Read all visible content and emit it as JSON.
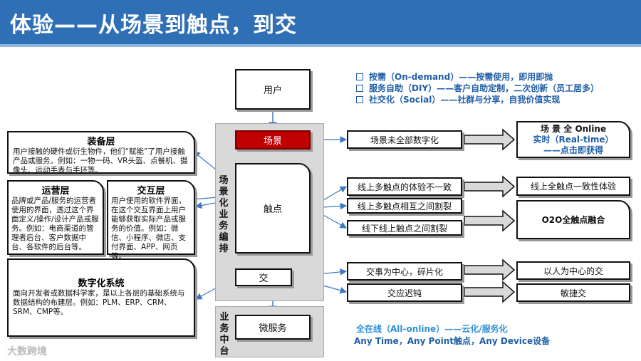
{
  "header": {
    "title": "体验——从场景到触点，到交"
  },
  "bullets": [
    "按需（On-demand）——按需使用，即用即抛",
    "服务自助（DIY）——客户自助定制，二次创新（员工居多）",
    "社交化（Social）——社群与分享，自我价值实现"
  ],
  "center": {
    "user": "用户",
    "scene": "场景",
    "touch": "触点",
    "interact": "交",
    "micro": "微服务",
    "orchestration": "场景化业务编排",
    "business_center": "业务中台"
  },
  "left": {
    "equipment": {
      "title": "装备层",
      "desc": "用户接触的硬件或衍生物件，他们“赋能”了用户接触产品或服务。例如：一物一码、VR头盔、点餐机、摄像头、运动手表与手环等。"
    },
    "operations": {
      "title": "运营层",
      "desc": "品牌或产品/服务的运营者使用的界面，透过这个界面定义/操作/设计产品或服务。例如：电商渠道的管理者后台、客户数据中台、各软件的后台等。"
    },
    "interaction": {
      "title": "交互层",
      "desc": "用户使用的软件界面，在这个交互界面上用户能够获取实际产品或服务的价值。例如：微信、小程序、微店、支付界面、APP、网页等。"
    },
    "digital": {
      "title": "数字化系统",
      "desc": "面向开发者或数据科学家，是以上各层的基础系统与数据结构的布建层。例如：PLM、ERP、CRM、SRM、CMP等。"
    }
  },
  "right": {
    "scene_issue": "场景未全部数字化",
    "scene_goal": [
      "场 景 全 Online",
      "实时（Real-time）",
      "——点击即获得"
    ],
    "touch_issue1": "线上多触点的体验不一致",
    "touch_issue2": "线上多触点相互之间割裂",
    "touch_issue3": "线下线上触点之间割裂",
    "touch_goal1": "线上全触点一致性体验",
    "touch_goal2": "O2O全触点融合",
    "interact_issue1": "交事为中心，碎片化",
    "interact_issue2": "交应迟钝",
    "interact_goal1": "以人为中心的交",
    "interact_goal2": "敏捷交"
  },
  "footer": {
    "line1": "全在线（All-online）——云化/服务化",
    "line2": "Any Time，Any Point触点，Any Device设备"
  },
  "logo": "大数跨境",
  "colors": {
    "header": "#2f6fb6",
    "accent_red": "#c00000",
    "blue_text": "#1f5fa8",
    "shaded": "#d9d9d9"
  }
}
